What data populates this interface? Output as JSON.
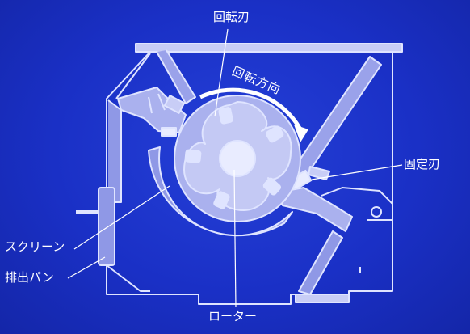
{
  "labels": {
    "rotating_blade": "回転刃",
    "rotation_direction": "回転方向",
    "fixed_blade": "固定刃",
    "screen": "スクリーン",
    "discharge_pan": "排出パン",
    "rotor": "ローター"
  },
  "colors": {
    "background": "#1a30c6",
    "line": "#dfe4ff",
    "fill": "#8f98e6",
    "rotor_fill": "#b9bff2",
    "hub": "#e9ecff"
  }
}
